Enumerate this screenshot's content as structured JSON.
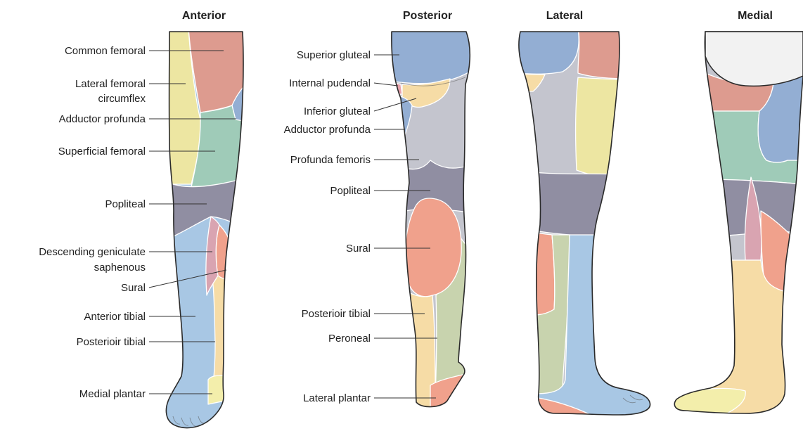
{
  "views": {
    "anterior": "Anterior",
    "posterior": "Posterior",
    "lateral": "Lateral",
    "medial": "Medial"
  },
  "anterior_labels": {
    "common_femoral": "Common femoral",
    "lateral_femoral_circumflex_1": "Lateral femoral",
    "lateral_femoral_circumflex_2": "circumflex",
    "adductor_profunda": "Adductor profunda",
    "superficial_femoral": "Superficial femoral",
    "popliteal": "Popliteal",
    "descending_geniculate_1": "Descending geniculate",
    "descending_geniculate_2": "saphenous",
    "sural": "Sural",
    "anterior_tibial": "Anterior tibial",
    "posterior_tibial": "Posterioir tibial",
    "medial_plantar": "Medial plantar"
  },
  "posterior_labels": {
    "superior_gluteal": "Superior gluteal",
    "internal_pudendal": "Internal pudendal",
    "inferior_gluteal": "Inferior gluteal",
    "adductor_profunda": "Adductor profunda",
    "profunda_femoris": "Profunda femoris",
    "popliteal": "Popliteal",
    "sural": "Sural",
    "posterior_tibial": "Posterioir tibial",
    "peroneal": "Peroneal",
    "lateral_plantar": "Lateral plantar"
  },
  "colors": {
    "common_femoral": "#dd9b8f",
    "lateral_femoral_circumflex": "#ede6a2",
    "superficial_femoral": "#9fcbb8",
    "gluteal_blue": "#93aed3",
    "profunda": "#c4c5ce",
    "popliteal": "#908ea2",
    "sural": "#f0a18c",
    "anterior_tibial": "#a8c7e4",
    "posterior_tibial": "#f6dca6",
    "peroneal": "#c8d3ae",
    "pudendal": "#e8a2ac",
    "medial_plantar": "#f3eeab"
  }
}
